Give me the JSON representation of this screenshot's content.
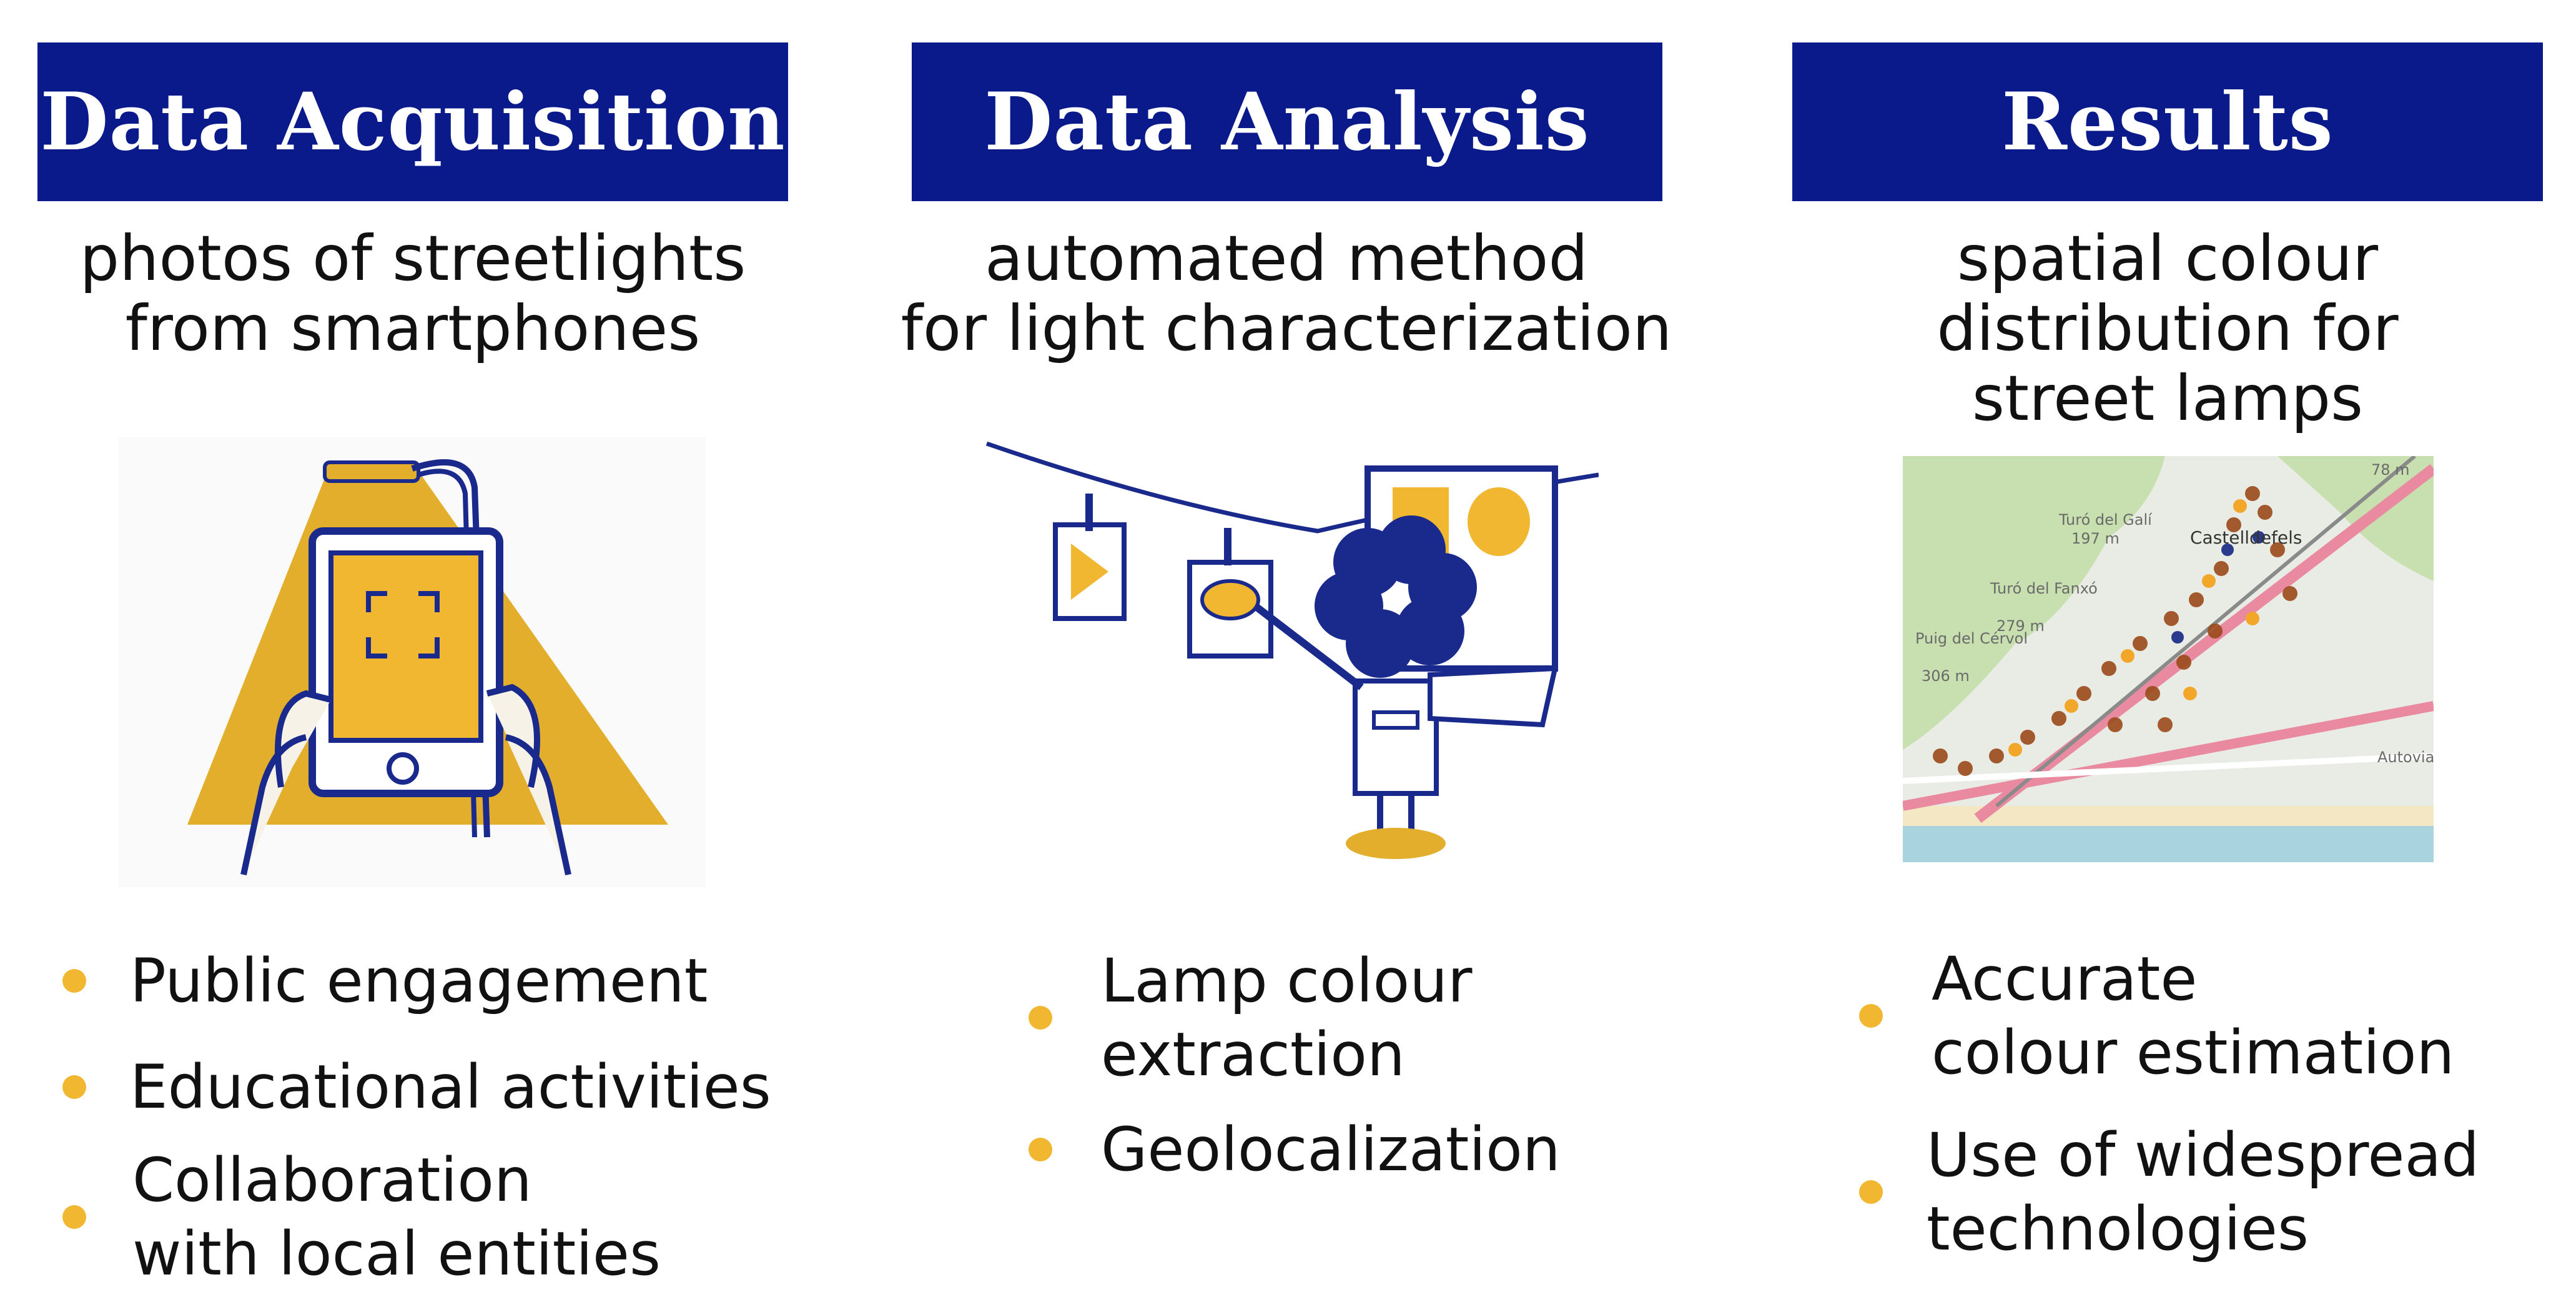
{
  "columns": [
    {
      "title": "Data Acquisition",
      "subtitle": [
        "photos of streetlights",
        "from smartphones"
      ],
      "illustration_icon": "hand-holding-tablet-under-streetlight-icon",
      "bullets": [
        [
          "Public engagement"
        ],
        [
          "Educational activities"
        ],
        [
          "Collaboration",
          "with local  entities"
        ]
      ]
    },
    {
      "title": "Data Analysis",
      "subtitle": [
        "automated method",
        "for light characterization"
      ],
      "illustration_icon": "person-analyzing-photos-computer-icon",
      "bullets": [
        [
          "Lamp colour",
          "extraction"
        ],
        [
          "Geolocalization"
        ]
      ]
    },
    {
      "title": "Results",
      "subtitle": [
        "spatial colour",
        "distribution for",
        "street lamps"
      ],
      "illustration_icon": "street-lamp-map-icon",
      "map_labels": [
        "Turó del Galí",
        "197 m",
        "Turó del Fanxó",
        "279 m",
        "Puig del Cérvol",
        "306 m",
        "Castelldefels",
        "78 m",
        "Autovia de C"
      ],
      "bullets": [
        [
          "Accurate",
          "colour estimation"
        ],
        [
          "Use of widespread",
          "technologies"
        ]
      ]
    }
  ],
  "colors": {
    "header_bg": "#0b1a8a",
    "accent_yellow": "#f2b731",
    "illustration_blue": "#1a2a8c"
  }
}
